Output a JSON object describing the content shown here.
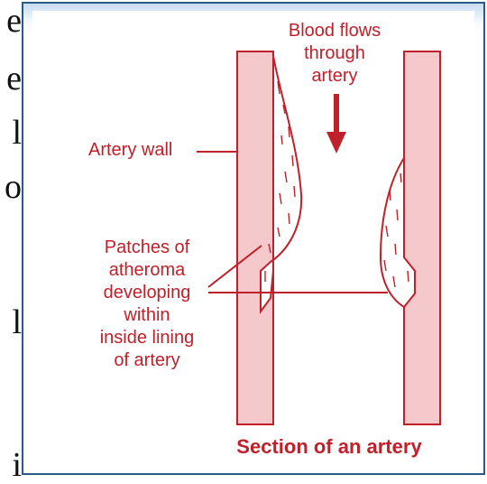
{
  "left_fragments": [
    "e",
    "e",
    "l",
    "o",
    "l",
    "i"
  ],
  "labels": {
    "blood_flow": [
      "Blood flows",
      "through",
      "artery"
    ],
    "artery_wall": "Artery wall",
    "patches": [
      "Patches of",
      "atheroma",
      "developing",
      "within",
      "inside lining",
      "of artery"
    ]
  },
  "caption": "Section of an artery",
  "colors": {
    "accent_red": "#c0202a",
    "wall_fill": "#f5c8cc",
    "frame_blue": "#2a5b86"
  },
  "icons": [
    "down-arrow-icon"
  ]
}
